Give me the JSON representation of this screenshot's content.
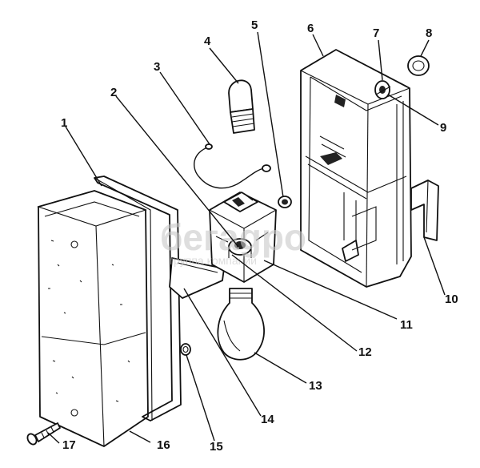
{
  "watermark": {
    "main": "бегаgpo",
    "sub": "группа компаний"
  },
  "callouts": [
    {
      "label": "1"
    },
    {
      "label": "2"
    },
    {
      "label": "3"
    },
    {
      "label": "4"
    },
    {
      "label": "5"
    },
    {
      "label": "6"
    },
    {
      "label": "7"
    },
    {
      "label": "8"
    },
    {
      "label": "9"
    },
    {
      "label": "10"
    },
    {
      "label": "11"
    },
    {
      "label": "12"
    },
    {
      "label": "13"
    },
    {
      "label": "14"
    },
    {
      "label": "15"
    },
    {
      "label": "16"
    },
    {
      "label": "17"
    }
  ]
}
